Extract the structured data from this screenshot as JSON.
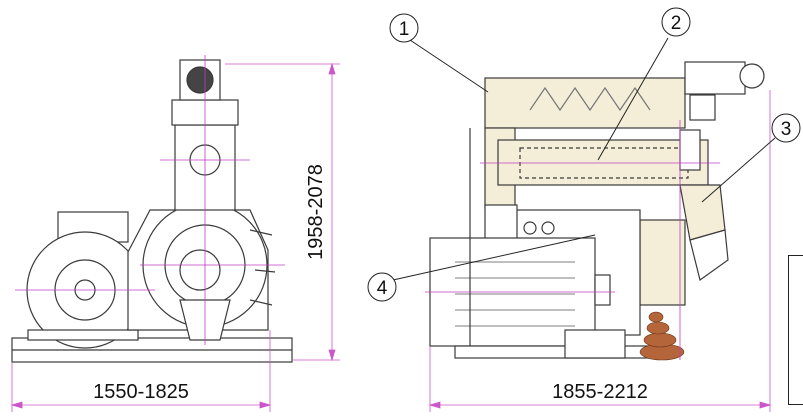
{
  "dimensions": {
    "height_range": "1958-2078",
    "front_width_range": "1550-1825",
    "side_length_range": "1855-2212"
  },
  "callouts": [
    "1",
    "2",
    "3",
    "4"
  ],
  "colors": {
    "outline": "#3a3a3a",
    "center_line": "#c03cc0",
    "dimension_line": "#cc55cc",
    "casing_fill": "#f4eed8",
    "pellet_fill": "#b5653a",
    "motor_fill": "#ffffff"
  }
}
